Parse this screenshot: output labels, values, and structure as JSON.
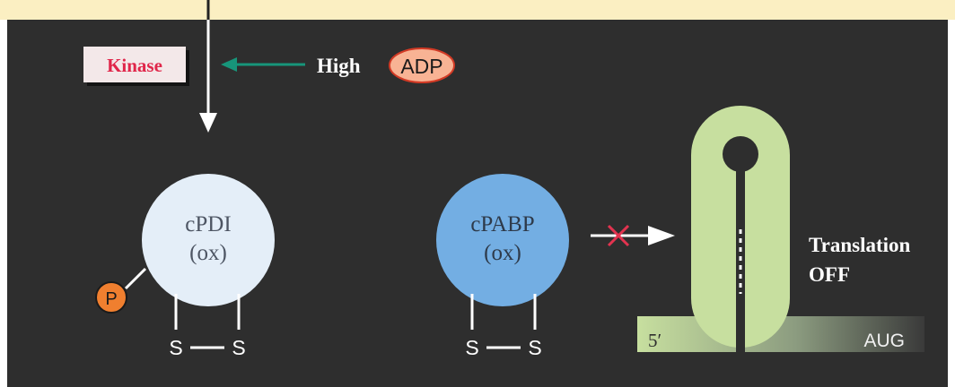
{
  "kinase": {
    "label": "Kinase"
  },
  "signal": {
    "high_label": "High",
    "adp_label": "ADP"
  },
  "cpdi": {
    "name": "cPDI",
    "state": "(ox)"
  },
  "cpabp": {
    "name": "cPABP",
    "state": "(ox)"
  },
  "phospho": {
    "label": "P"
  },
  "disulfide_left": {
    "s1": "S",
    "s2": "S"
  },
  "disulfide_right": {
    "s1": "S",
    "s2": "S"
  },
  "mrna": {
    "five_prime": "5′",
    "start_codon": "AUG"
  },
  "translation": {
    "line1": "Translation",
    "line2": "OFF"
  },
  "colors": {
    "background": "#2e2e2e",
    "top_band": "#fbefc2",
    "kinase_red": "#e0264a",
    "adp_fill": "#f8b394",
    "green_arrow": "#17957a",
    "cpdi_fill": "#e4eef8",
    "cpabp_fill": "#73aee3",
    "phospho_fill": "#f07f2f",
    "mrna_green": "#c7df9f",
    "block_x": "#e2334f"
  }
}
